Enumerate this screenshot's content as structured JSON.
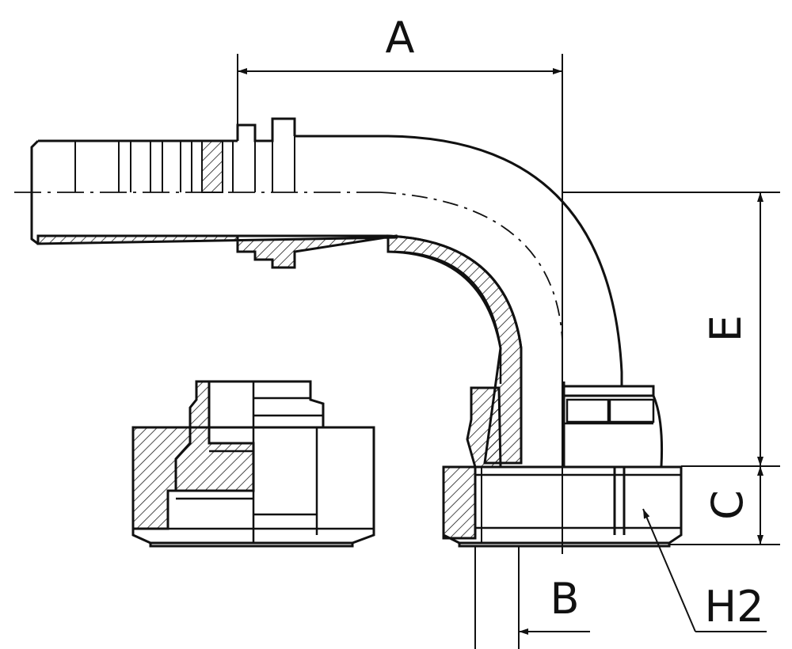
{
  "drawing": {
    "labels": {
      "A": "A",
      "B": "B",
      "C": "C",
      "E": "E",
      "H2": "H2"
    },
    "colors": {
      "line": "#111111",
      "background": "#ffffff"
    }
  }
}
